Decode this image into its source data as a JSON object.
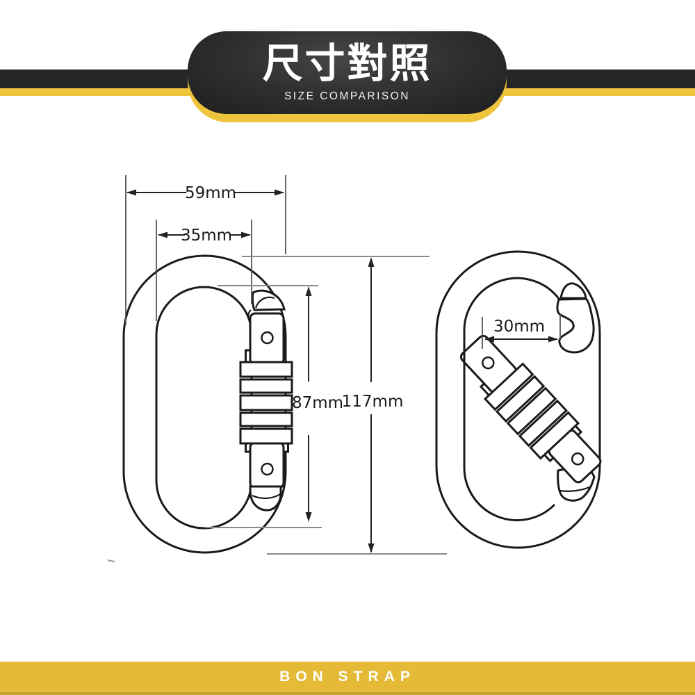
{
  "header": {
    "title": "尺寸對照",
    "subtitle": "SIZE COMPARISON"
  },
  "diagram": {
    "dimensions": {
      "outer_width": "59mm",
      "inner_width": "35mm",
      "inner_height": "87mm",
      "outer_height": "117mm",
      "gate_opening": "30mm"
    }
  },
  "footer": {
    "brand": "BON STRAP"
  },
  "colors": {
    "accent_yellow": "#eec43c",
    "footer_yellow": "#e4ba37",
    "footer_edge": "#c9a32f",
    "band_black": "#262626",
    "line_black": "#1a1a1a"
  }
}
